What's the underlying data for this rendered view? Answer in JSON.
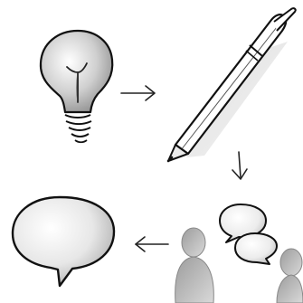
{
  "illustration": {
    "style": "hand-drawn sketch",
    "panels": [
      "lightbulb-icon",
      "pen-icon",
      "people-talking-icon",
      "speech-bubble-icon"
    ],
    "arrows": [
      "right",
      "down",
      "left"
    ],
    "colors": {
      "ink": "#111111",
      "shade_dark": "#6f6f6f",
      "shade_mid": "#a9a9a9",
      "shade_light": "#e3e3e3",
      "background": "#ffffff"
    }
  }
}
